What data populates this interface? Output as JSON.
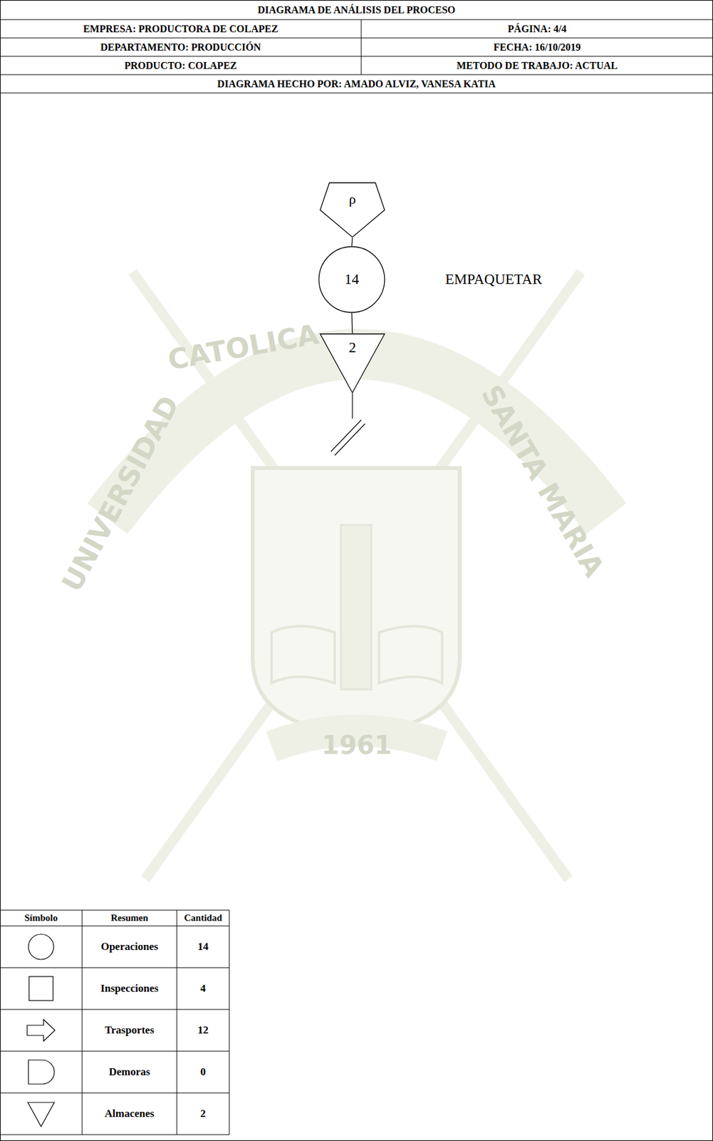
{
  "diagram": {
    "title": "DIAGRAMA DE ANÁLISIS DEL PROCESO",
    "nodes": [
      {
        "text": [
          "ρ"
        ]
      },
      {
        "text": [
          "14"
        ]
      },
      {
        "text": [
          "2"
        ]
      }
    ],
    "edges": [
      {
        "from": 0,
        "to": 1,
        "arrow": "none"
      },
      {
        "from": 1,
        "to": 2,
        "arrow": "none"
      }
    ],
    "labels": [
      "EMPRESA: PRODUCTORA DE COLAPEZ",
      "PÁGINA: 4/4",
      "DEPARTAMENTO: PRODUCCIÓN",
      "FECHA: 16/10/2019",
      "PRODUCTO: COLAPEZ",
      "METODO DE TRABAJO: ACTUAL",
      "DIAGRAMA HECHO POR: AMADO ALVIZ, VANESA KATIA",
      "EMPAQUETAR",
      "Símbolo",
      "Resumen",
      "Cantidad",
      "14",
      "4",
      "12",
      "0",
      "2",
      "CATOLICA",
      "UNIVERSIDAD",
      "SANTA MARIA",
      "1961"
    ],
    "legend": [
      {
        "text": "Operaciones"
      },
      {
        "text": "Inspecciones"
      },
      {
        "text": "Trasportes"
      },
      {
        "text": "Demoras"
      },
      {
        "text": "Almacenes"
      }
    ]
  }
}
